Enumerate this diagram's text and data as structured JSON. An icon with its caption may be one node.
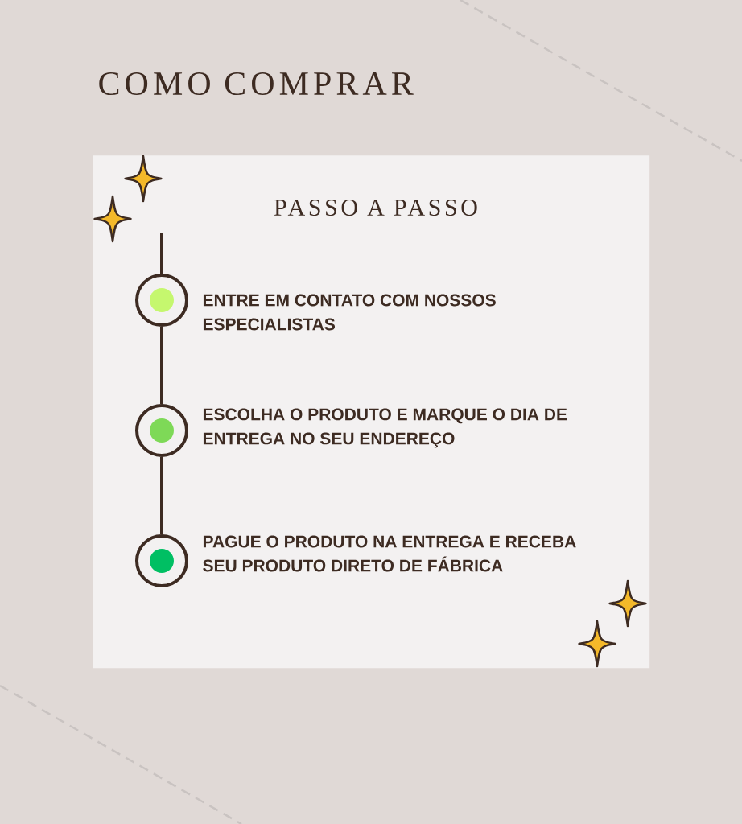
{
  "diagram": {
    "title": "COMO COMPRAR",
    "nodes": [
      {
        "text": [
          "PASSO A PASSO"
        ]
      },
      {
        "text": [],
        "shape": "circle",
        "in": 0,
        "beside": [
          "ENTRE EM CONTATO COM NOSSOS ESPECIALISTAS"
        ]
      },
      {
        "text": [],
        "shape": "circle",
        "in": 0,
        "beside": [
          "ESCOLHA O PRODUTO E MARQUE O DIA DE ENTREGA NO SEU ENDEREÇO"
        ]
      },
      {
        "text": [],
        "shape": "circle",
        "in": 0,
        "beside": [
          "PAGUE O PRODUTO NA ENTREGA E RECEBA SEU PRODUTO DIRETO DE FÁBRICA"
        ]
      }
    ],
    "edges": [
      {
        "from": 1,
        "to": 2,
        "arrow": "none"
      },
      {
        "from": 2,
        "to": 3,
        "arrow": "none"
      }
    ]
  }
}
